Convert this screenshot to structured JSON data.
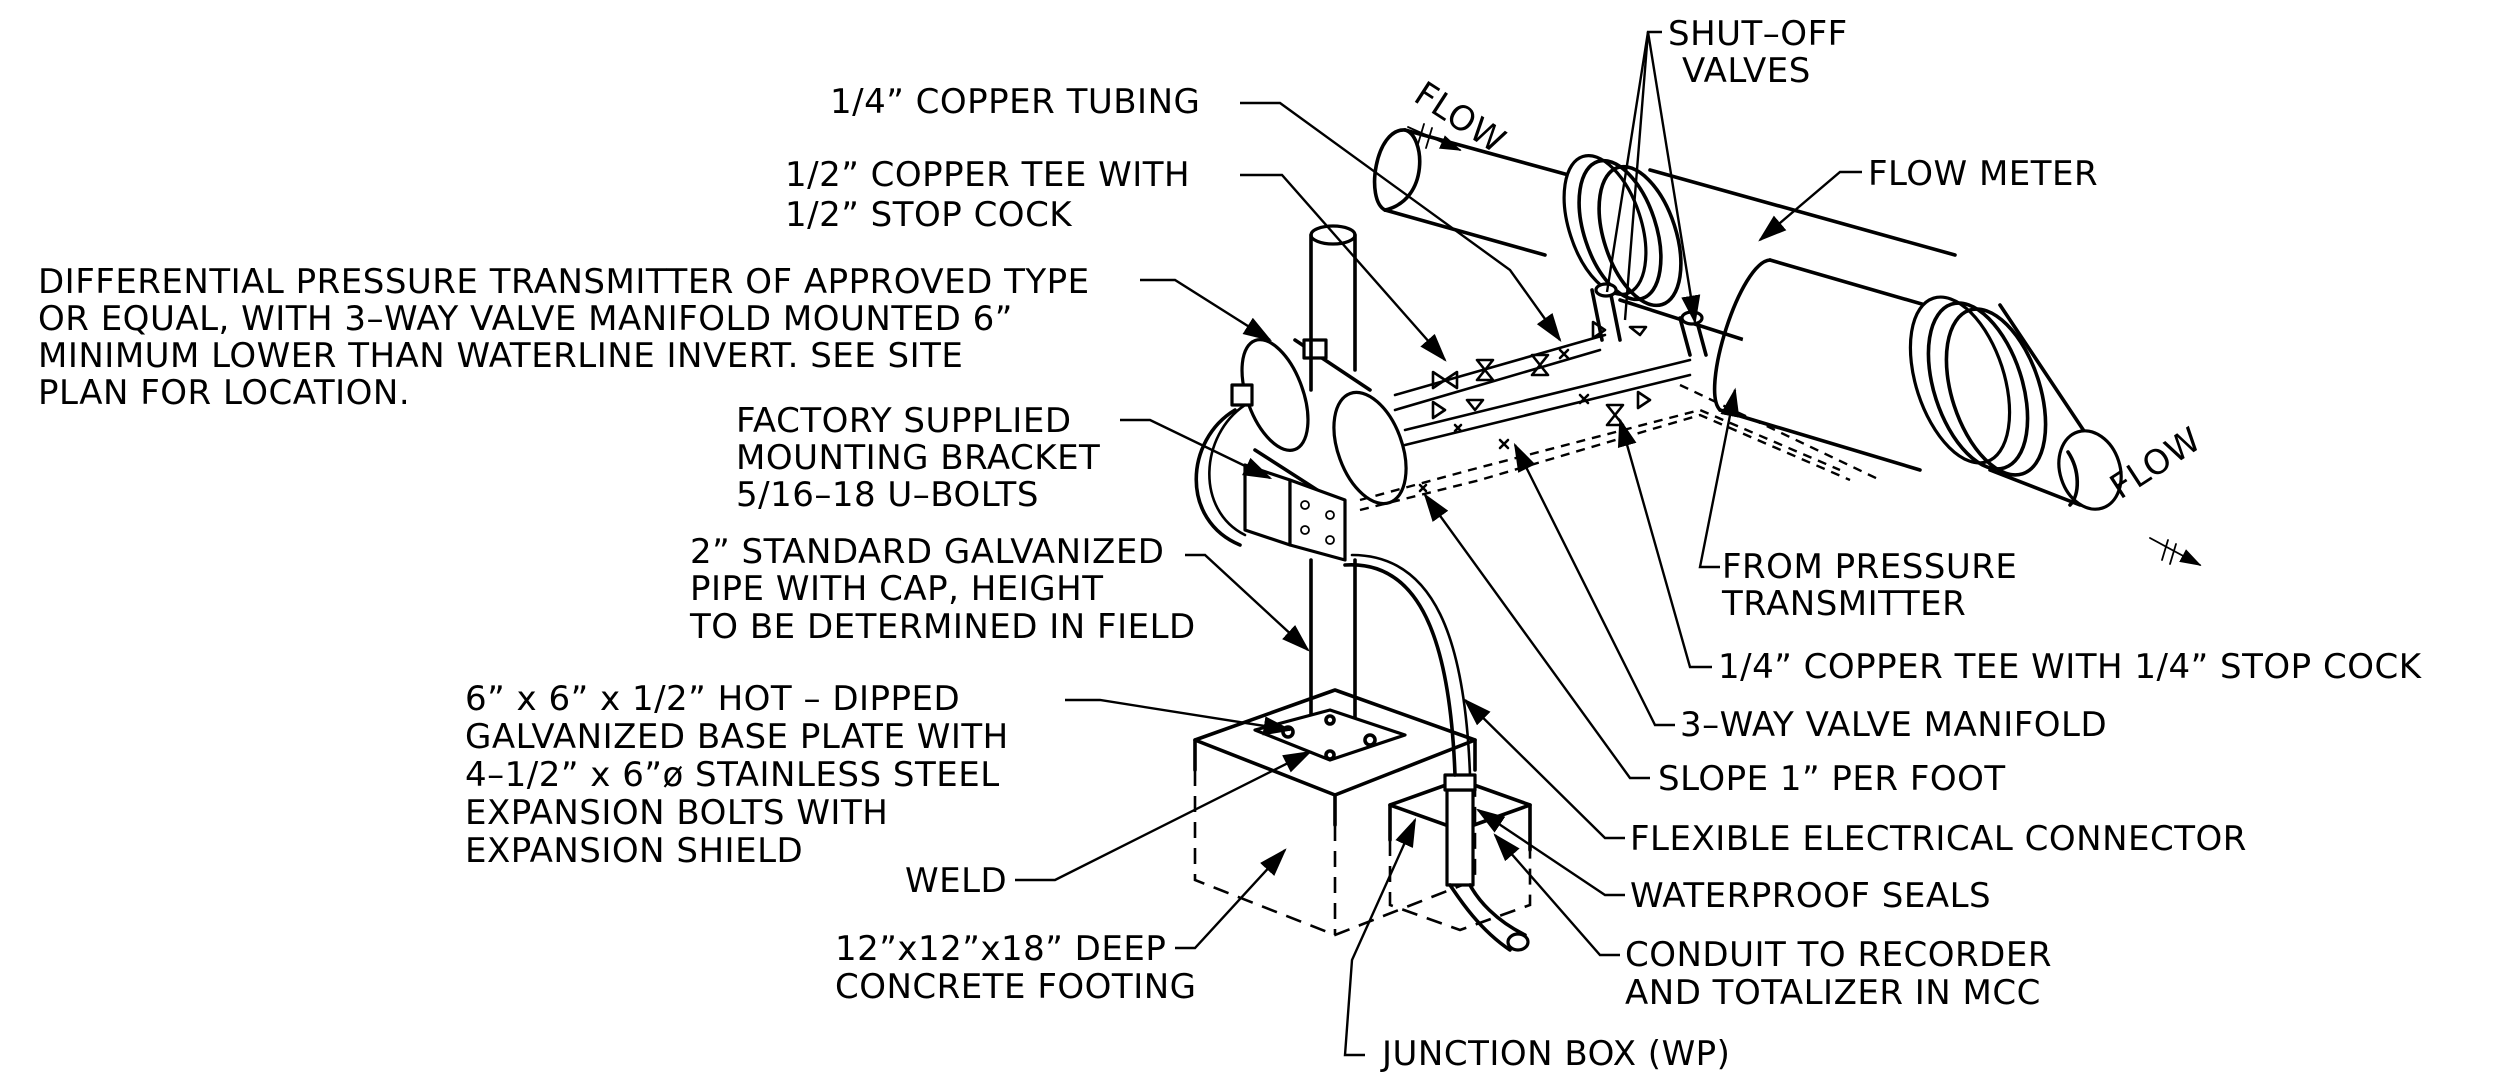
{
  "labels": {
    "shutoff_1": "SHUT–OFF",
    "shutoff_2": "VALVES",
    "copper_tubing": "1/4” COPPER TUBING",
    "copper_tee_1": "1/2” COPPER TEE WITH",
    "copper_tee_2": "1/2” STOP COCK",
    "transmitter_1": "DIFFERENTIAL PRESSURE TRANSMITTER OF APPROVED TYPE",
    "transmitter_2": "OR EQUAL, WITH 3–WAY VALVE MANIFOLD MOUNTED 6”",
    "transmitter_3": "MINIMUM LOWER THAN WATERLINE INVERT.  SEE SITE",
    "transmitter_4": "PLAN FOR LOCATION.",
    "bracket_1": "FACTORY SUPPLIED",
    "bracket_2": "MOUNTING BRACKET",
    "bracket_3": "5/16–18 U–BOLTS",
    "pipe_1": "2” STANDARD GALVANIZED",
    "pipe_2": "PIPE WITH CAP, HEIGHT",
    "pipe_3": "TO BE DETERMINED IN FIELD",
    "plate_1": "6” x 6” x 1/2” HOT – DIPPED",
    "plate_2": "GALVANIZED BASE PLATE WITH",
    "plate_3": "4–1/2” x 6”ø STAINLESS STEEL",
    "plate_4": "EXPANSION BOLTS WITH",
    "plate_5": "EXPANSION SHIELD",
    "weld": "WELD",
    "footing_1": "12”x12”x18” DEEP",
    "footing_2": "CONCRETE FOOTING",
    "junction": "JUNCTION BOX (WP)",
    "flow_meter": "FLOW METER",
    "flow_in": "FLOW",
    "flow_out": "FLOW",
    "from_pt_1": "FROM PRESSURE",
    "from_pt_2": "TRANSMITTER",
    "small_tee": "1/4” COPPER TEE WITH 1/4” STOP COCK",
    "manifold": "3–WAY VALVE MANIFOLD",
    "slope": "SLOPE 1” PER FOOT",
    "flex": "FLEXIBLE ELECTRICAL CONNECTOR",
    "seals": "WATERPROOF SEALS",
    "conduit_1": "CONDUIT TO RECORDER",
    "conduit_2": "AND TOTALIZER IN MCC"
  }
}
